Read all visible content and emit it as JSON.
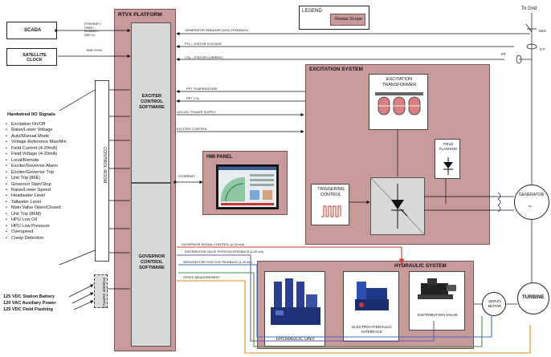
{
  "legend": {
    "title": "LEGEND:",
    "item": "Rewax Scope"
  },
  "grid": {
    "to_grid": "To Grid",
    "breaker": "52G",
    "ct": "CT",
    "pt": "PT"
  },
  "scada": "SCADA",
  "satellite_clock": "SATELLITE CLOCK",
  "scada_link": [
    "ETHERNET /",
    "FIBER /",
    "MODBUS /",
    "DNP 3.0"
  ],
  "time_sync": "TIME SYNC",
  "rtvx_platform": "RTVX PLATFORM",
  "exciter_control": "EXCITER CONTROL SOFTWARE",
  "governor_control": "GOVERNOR CONTROL SOFTWARE",
  "control_room": "CONTROL ROOM",
  "power_supply": "POWER SUPPLY",
  "hmi_panel": "HMI PANEL",
  "ethernet": "ETHERNET",
  "signals": {
    "breaker_feedback": "GENERATOR BREAKER (52G) FEEDBACK",
    "stator_voltage": "PTs – STATOR VOLTAGE",
    "stator_current": "CTs – STATOR CURRENT",
    "ppt_temperature": "PPT TEMPERATURE",
    "ppt_cts": "PPT CTs",
    "vdc_supply": "125 VDC POWER SUPPLY",
    "exciter_control": "EXCITER CONTROL",
    "governor_signal": "GOVERNOR SIGNAL CONTROL (4-20 mA)",
    "distribution_valve": "DISTRIBUTION VALVE POSITION FEEDBACK (4-20 mA)",
    "servomotor": "SERVOMOTOR POSITION FEEDBACK (4-20 mA)",
    "speed": "SPEED MEASUREMENT"
  },
  "excitation_system": "EXCITATION SYSTEM",
  "excitation_transformer": "EXCITATION TRANSFORMER",
  "field_flashing": "FIELD FLASHING",
  "triggering_control": "TRIGGERING CONTROL",
  "generator": "GENERATOR",
  "hydraulic_system": "HYDRAULIC SYSTEM",
  "hydraulic_unit": "HYDRAULIC UNIT",
  "electro_hydraulic": "ELECTRO-HYDRAULIC INTERFACE",
  "distribution_valve": "DISTRIBUTION VALVE",
  "servo_motor": "SERVO MOTOR",
  "turbine": "TURBINE",
  "io": {
    "title": "Hardwired I/O Signals",
    "items": [
      "Excitation On/Off",
      "Raise/Lower Voltage",
      "Auto/Manual Mode",
      "Voltage Reference Max/Min",
      "Field Current (4-20mA)",
      "Field Voltage (4-20mA)",
      "Local/Remote",
      "Exciter/Governor Alarm",
      "Exciter/Governor Trip",
      "Unit Trip (86E)",
      "Governor Start/Stop",
      "Raise/Lower Speed",
      "Headwater Level",
      "Tailwater Level",
      "Main Valve Open/Closed",
      "Unit Trip (86M)",
      "HPU Low Oil",
      "HPU Low Pressure",
      "Overspeed",
      "Creep Detection"
    ]
  },
  "power_inputs": [
    "125 VDC Station Battery",
    "120 VAC Auxiliary Power",
    "125 VDC Field Flashing"
  ],
  "colors": {
    "scope": "#c99a9a",
    "gray_block": "#d8d8d8",
    "governor_red": "#d43a2a",
    "valve_purple": "#6a5aa8",
    "servo_green": "#3f8f4a",
    "speed_orange": "#e08a1a",
    "blue_feedback": "#3a6fc4"
  }
}
